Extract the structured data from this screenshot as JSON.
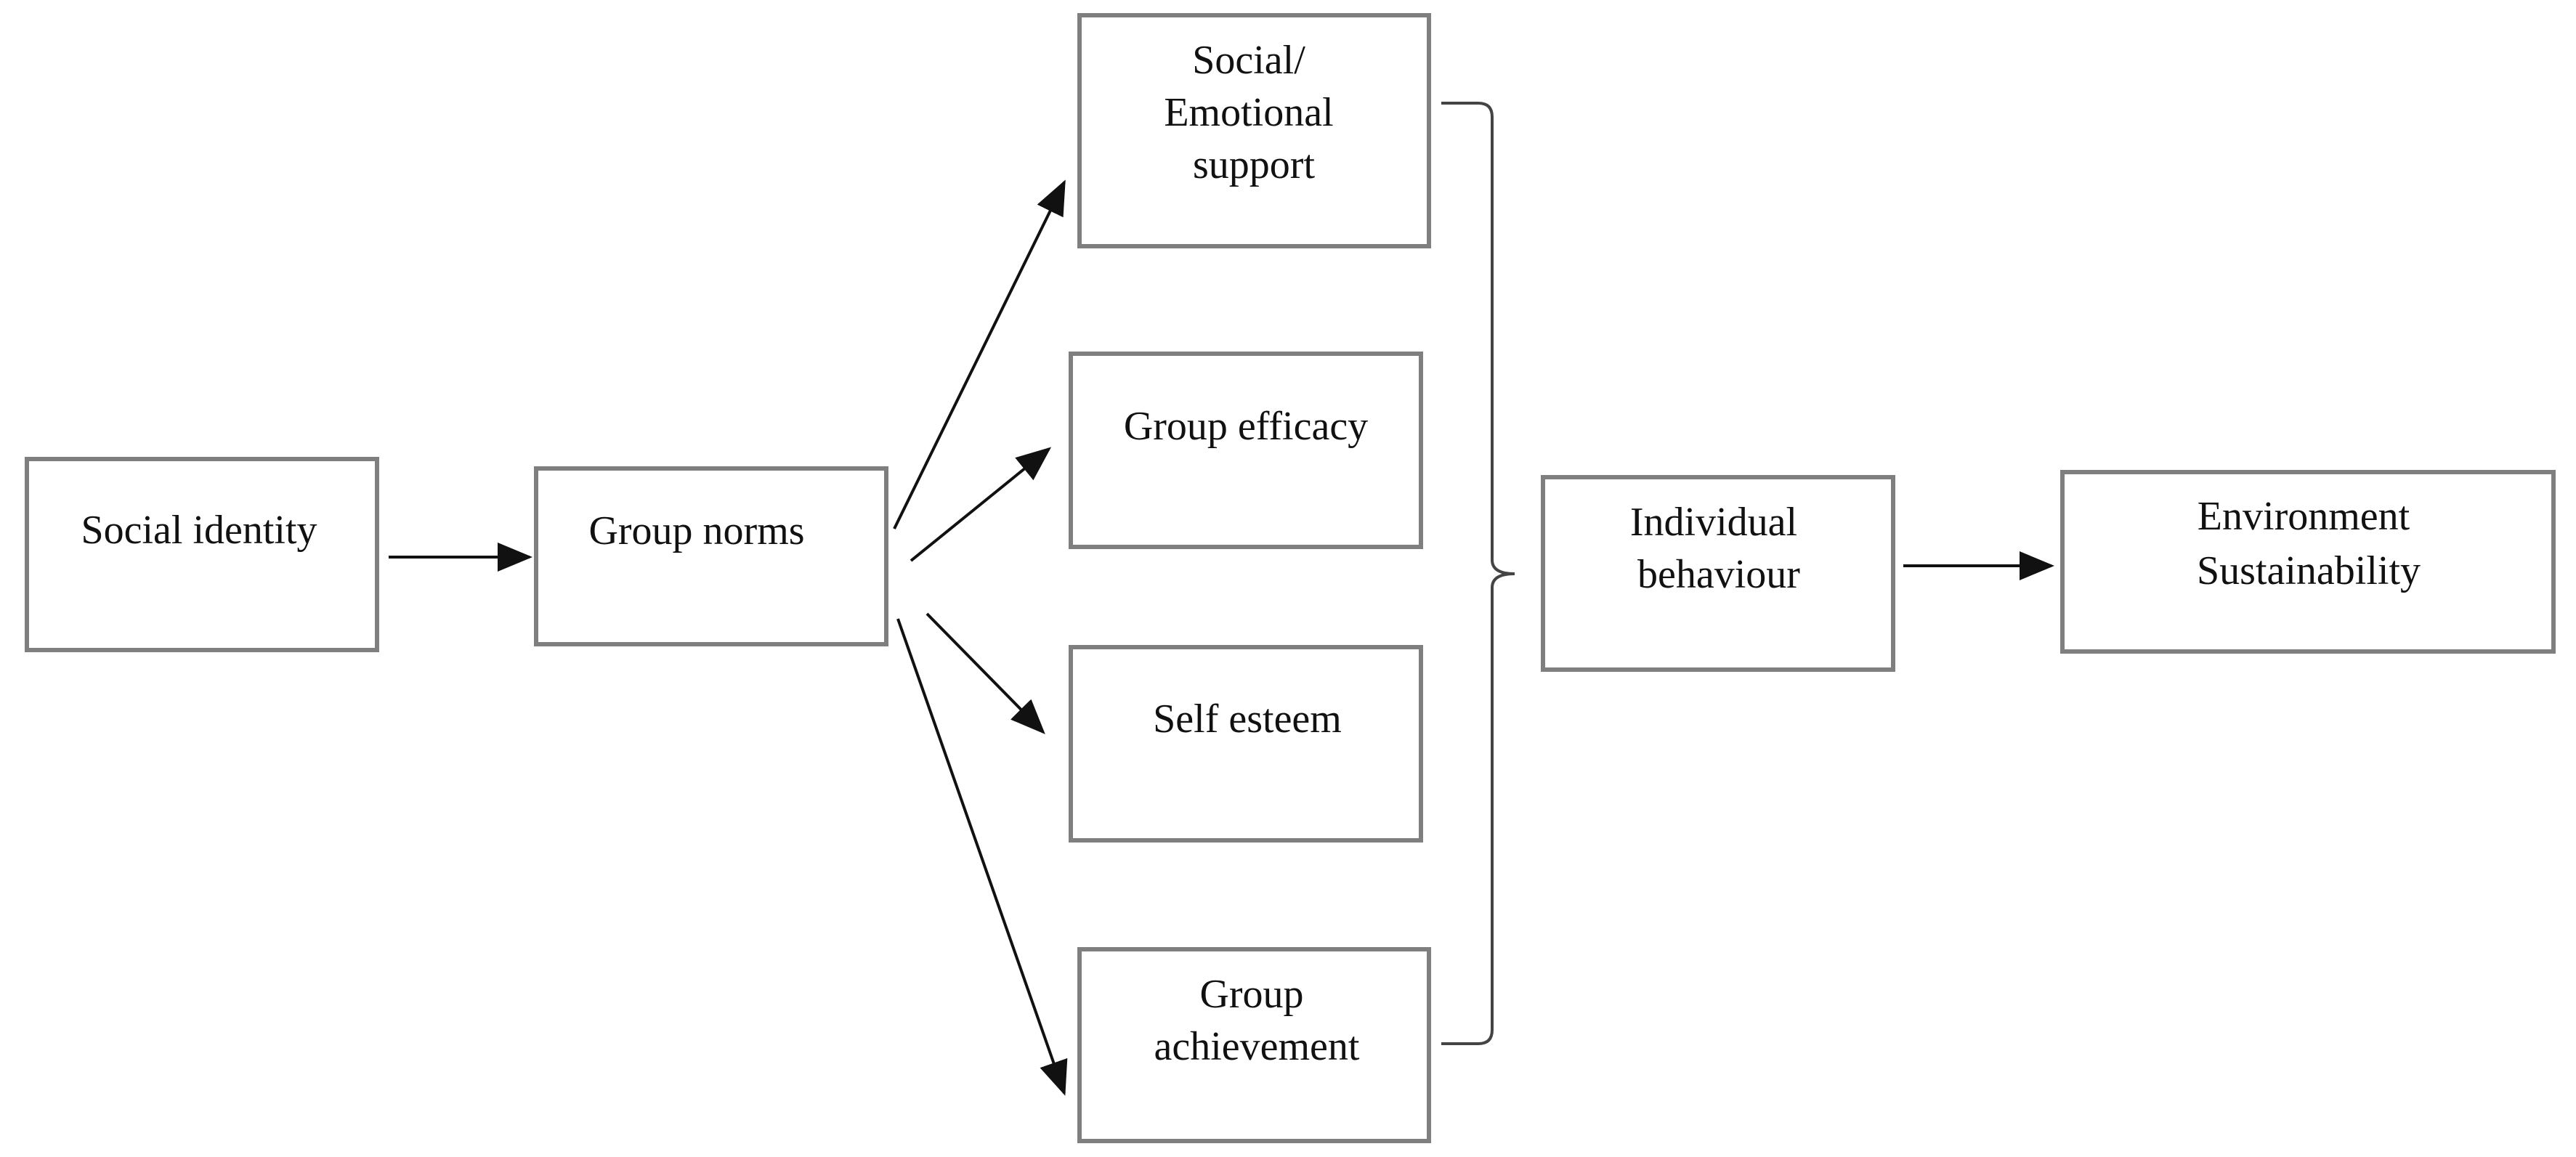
{
  "diagram": {
    "border_color": "#7f7f7f",
    "line_color": "#111111",
    "nodes": {
      "social_identity": {
        "lines": [
          "Social identity"
        ]
      },
      "group_norms": {
        "lines": [
          "Group norms"
        ]
      },
      "social_emotional_support": {
        "lines": [
          "Social/",
          "Emotional",
          "support"
        ]
      },
      "group_efficacy": {
        "lines": [
          "Group efficacy"
        ]
      },
      "self_esteem": {
        "lines": [
          "Self esteem"
        ]
      },
      "group_achievement": {
        "lines": [
          "Group",
          "achievement"
        ]
      },
      "individual_behaviour": {
        "lines": [
          "Individual",
          "behaviour"
        ]
      },
      "environment_sustainability": {
        "lines": [
          "Environment",
          "Sustainability"
        ]
      }
    },
    "edges": [
      {
        "from": "social_identity",
        "to": "group_norms"
      },
      {
        "from": "group_norms",
        "to": "social_emotional_support"
      },
      {
        "from": "group_norms",
        "to": "group_efficacy"
      },
      {
        "from": "group_norms",
        "to": "self_esteem"
      },
      {
        "from": "group_norms",
        "to": "group_achievement"
      },
      {
        "from": "individual_behaviour",
        "to": "environment_sustainability"
      }
    ],
    "groupings": [
      {
        "members": [
          "social_emotional_support",
          "group_efficacy",
          "self_esteem",
          "group_achievement"
        ],
        "points_to": "individual_behaviour"
      }
    ]
  }
}
